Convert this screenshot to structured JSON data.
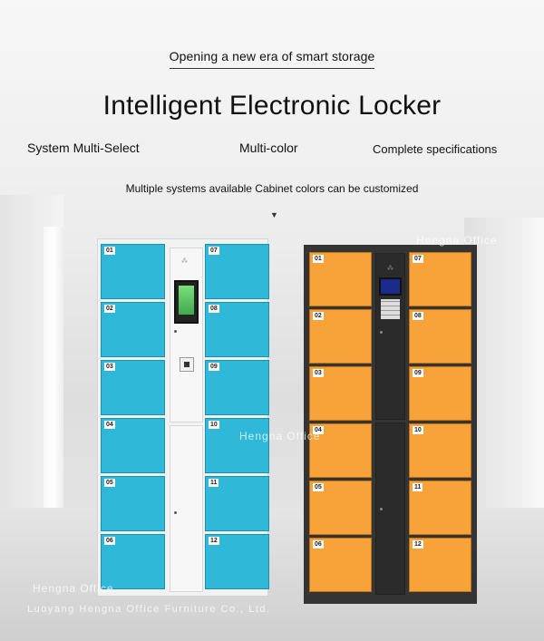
{
  "header": {
    "tagline": "Opening a new era of smart storage",
    "title": "Intelligent Electronic Locker",
    "features": [
      "System Multi-Select",
      "Multi-color",
      "Complete specifications"
    ],
    "subline": "Multiple systems available Cabinet colors can be customized",
    "arrow_icon": "small-down-triangle"
  },
  "lockers": [
    {
      "color": "#2fb8d8",
      "frame_color": "#f1f2f2",
      "left_doors": [
        "01",
        "02",
        "03",
        "04",
        "05",
        "06"
      ],
      "right_doors": [
        "07",
        "08",
        "09",
        "10",
        "11",
        "12"
      ],
      "panel_icons": [
        "speaker-icon",
        "touchscreen-icon",
        "card-reader-icon"
      ]
    },
    {
      "color": "#f7a33a",
      "frame_color": "#343434",
      "left_doors": [
        "01",
        "02",
        "03",
        "04",
        "05",
        "06"
      ],
      "right_doors": [
        "07",
        "08",
        "09",
        "10",
        "11",
        "12"
      ],
      "panel_icons": [
        "speaker-icon",
        "display-icon",
        "keypad-icon"
      ]
    }
  ],
  "watermarks": [
    "Hengna Office",
    "Hengna Office",
    "Hengna Office",
    "Luoyang Hengna Office Furniture Co., Ltd."
  ]
}
